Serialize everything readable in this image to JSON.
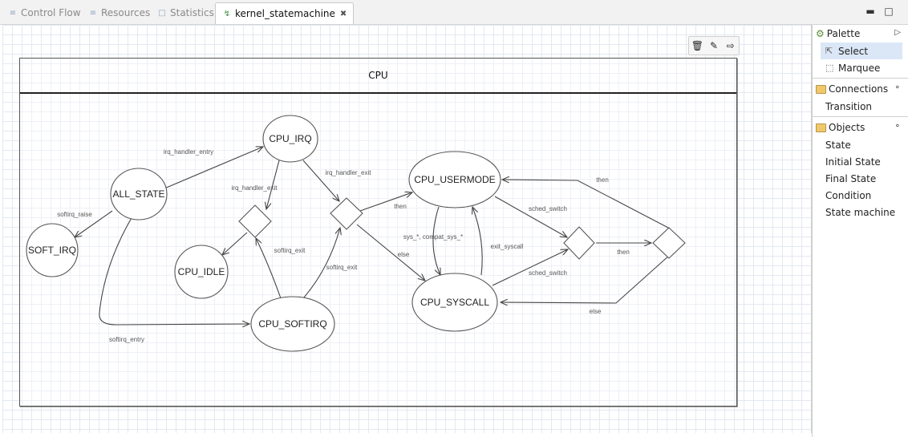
{
  "tabs": [
    {
      "label": "Control Flow",
      "icon": "control-flow-icon"
    },
    {
      "label": "Resources",
      "icon": "resources-icon"
    },
    {
      "label": "Statistics",
      "icon": "statistics-icon"
    },
    {
      "label": "kernel_statemachine",
      "icon": "statemachine-icon",
      "active": true
    }
  ],
  "machine": {
    "title": "CPU"
  },
  "states": {
    "all_state": "ALL_STATE",
    "cpu_irq": "CPU_IRQ",
    "soft_irq": "SOFT_IRQ",
    "cpu_idle": "CPU_IDLE",
    "cpu_softirq": "CPU_SOFTIRQ",
    "cpu_usermode": "CPU_USERMODE",
    "cpu_syscall": "CPU_SYSCALL"
  },
  "transitions": {
    "irq_handler_entry": "irq_handler_entry",
    "irq_handler_exit_left": "irq_handler_exit",
    "irq_handler_exit_right": "irq_handler_exit",
    "softirq_raise": "softirq_raise",
    "softirq_exit_left": "softirq_exit",
    "softirq_exit_right": "softirq_exit",
    "softirq_entry": "softirq_entry",
    "then_usermode": "then",
    "else_syscall": "else",
    "sys_entry": "sys_*, compat_sys_*",
    "exit_syscall": "exit_syscall",
    "sched_switch_top": "sched_switch",
    "sched_switch_bottom": "sched_switch",
    "then_mid": "then",
    "then_top": "then",
    "else_bottom": "else"
  },
  "palette": {
    "title": "Palette",
    "tools": [
      {
        "label": "Select",
        "selected": true
      },
      {
        "label": "Marquee"
      }
    ],
    "connections_title": "Connections",
    "connections": [
      "Transition"
    ],
    "objects_title": "Objects",
    "objects": [
      "State",
      "Initial State",
      "Final State",
      "Condition",
      "State machine"
    ]
  }
}
